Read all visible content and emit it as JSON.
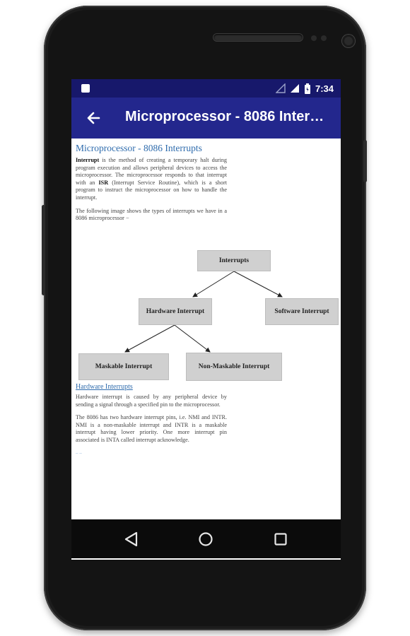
{
  "status_bar": {
    "time": "7:34",
    "icons": [
      "app-notification-icon",
      "signal-empty-icon",
      "signal-full-icon",
      "battery-icon"
    ]
  },
  "app_bar": {
    "back_icon": "arrow-back-icon",
    "title": "Microprocessor - 8086 Inter…"
  },
  "article": {
    "heading": "Microprocessor - 8086 Interrupts",
    "intro_term": "Interrupt",
    "intro_text_1": " is the method of creating a temporary halt during program execution and allows peripheral devices to access the microprocessor. The microprocessor responds to that interrupt with an ",
    "intro_isr": "ISR",
    "intro_text_2": " (Interrupt Service Routine), which is a short program to instruct the microprocessor on how to handle the interrupt.",
    "image_intro": "The following image shows the types of interrupts we have in a 8086 microprocessor −",
    "diagram": {
      "root": "Interrupts",
      "hardware": "Hardware Interrupt",
      "software": "Software Interrupt",
      "maskable": "Maskable Interrupt",
      "non_maskable": "Non-Maskable Interrupt"
    },
    "section_heading": "Hardware Interrupts",
    "section_para_1": "Hardware interrupt is caused by any peripheral device by sending a signal through a specified pin to the microprocessor.",
    "section_para_2": "The 8086 has two hardware interrupt pins, i.e. NMI and INTR. NMI is a non-maskable interrupt and INTR is a maskable interrupt having lower priority. One more interrupt pin associated is INTA called interrupt acknowledge."
  },
  "nav_bar": {
    "icons": [
      "back-triangle-icon",
      "home-circle-icon",
      "recents-square-icon"
    ]
  },
  "colors": {
    "status_bar": "#17186b",
    "app_bar": "#23278d",
    "link": "#2f6cad"
  }
}
